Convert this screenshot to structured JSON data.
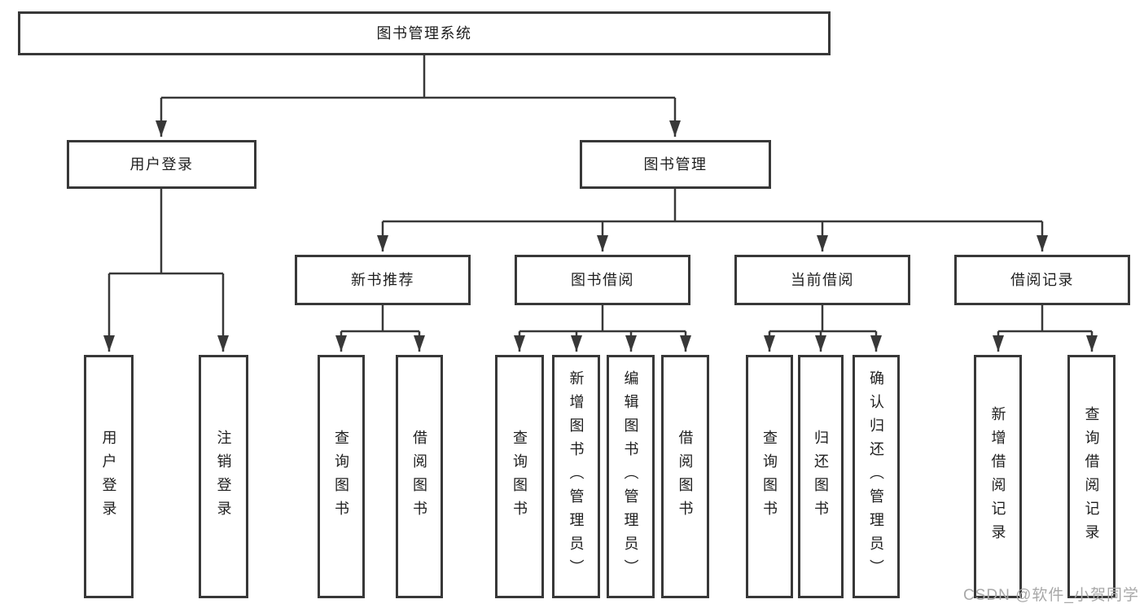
{
  "tree": {
    "root": {
      "label": "图书管理系统"
    },
    "branches": [
      {
        "label": "用户登录",
        "leaves": [
          {
            "label": "用户登录"
          },
          {
            "label": "注销登录"
          }
        ]
      },
      {
        "label": "图书管理",
        "sections": [
          {
            "label": "新书推荐",
            "leaves": [
              {
                "label": "查询图书"
              },
              {
                "label": "借阅图书"
              }
            ]
          },
          {
            "label": "图书借阅",
            "leaves": [
              {
                "label": "查询图书"
              },
              {
                "label": "新增图书（管理员）"
              },
              {
                "label": "编辑图书（管理员）"
              },
              {
                "label": "借阅图书"
              }
            ]
          },
          {
            "label": "当前借阅",
            "leaves": [
              {
                "label": "查询图书"
              },
              {
                "label": "归还图书"
              },
              {
                "label": "确认归还（管理员）"
              }
            ]
          },
          {
            "label": "借阅记录",
            "leaves": [
              {
                "label": "新增借阅记录"
              },
              {
                "label": "查询借阅记录"
              }
            ]
          }
        ]
      }
    ]
  },
  "watermark": {
    "text": "CSDN @软件_小贺同学"
  },
  "colors": {
    "line": "#383838",
    "text": "#1e1e1e",
    "watermark": "#a8a8a8",
    "background": "#ffffff"
  }
}
